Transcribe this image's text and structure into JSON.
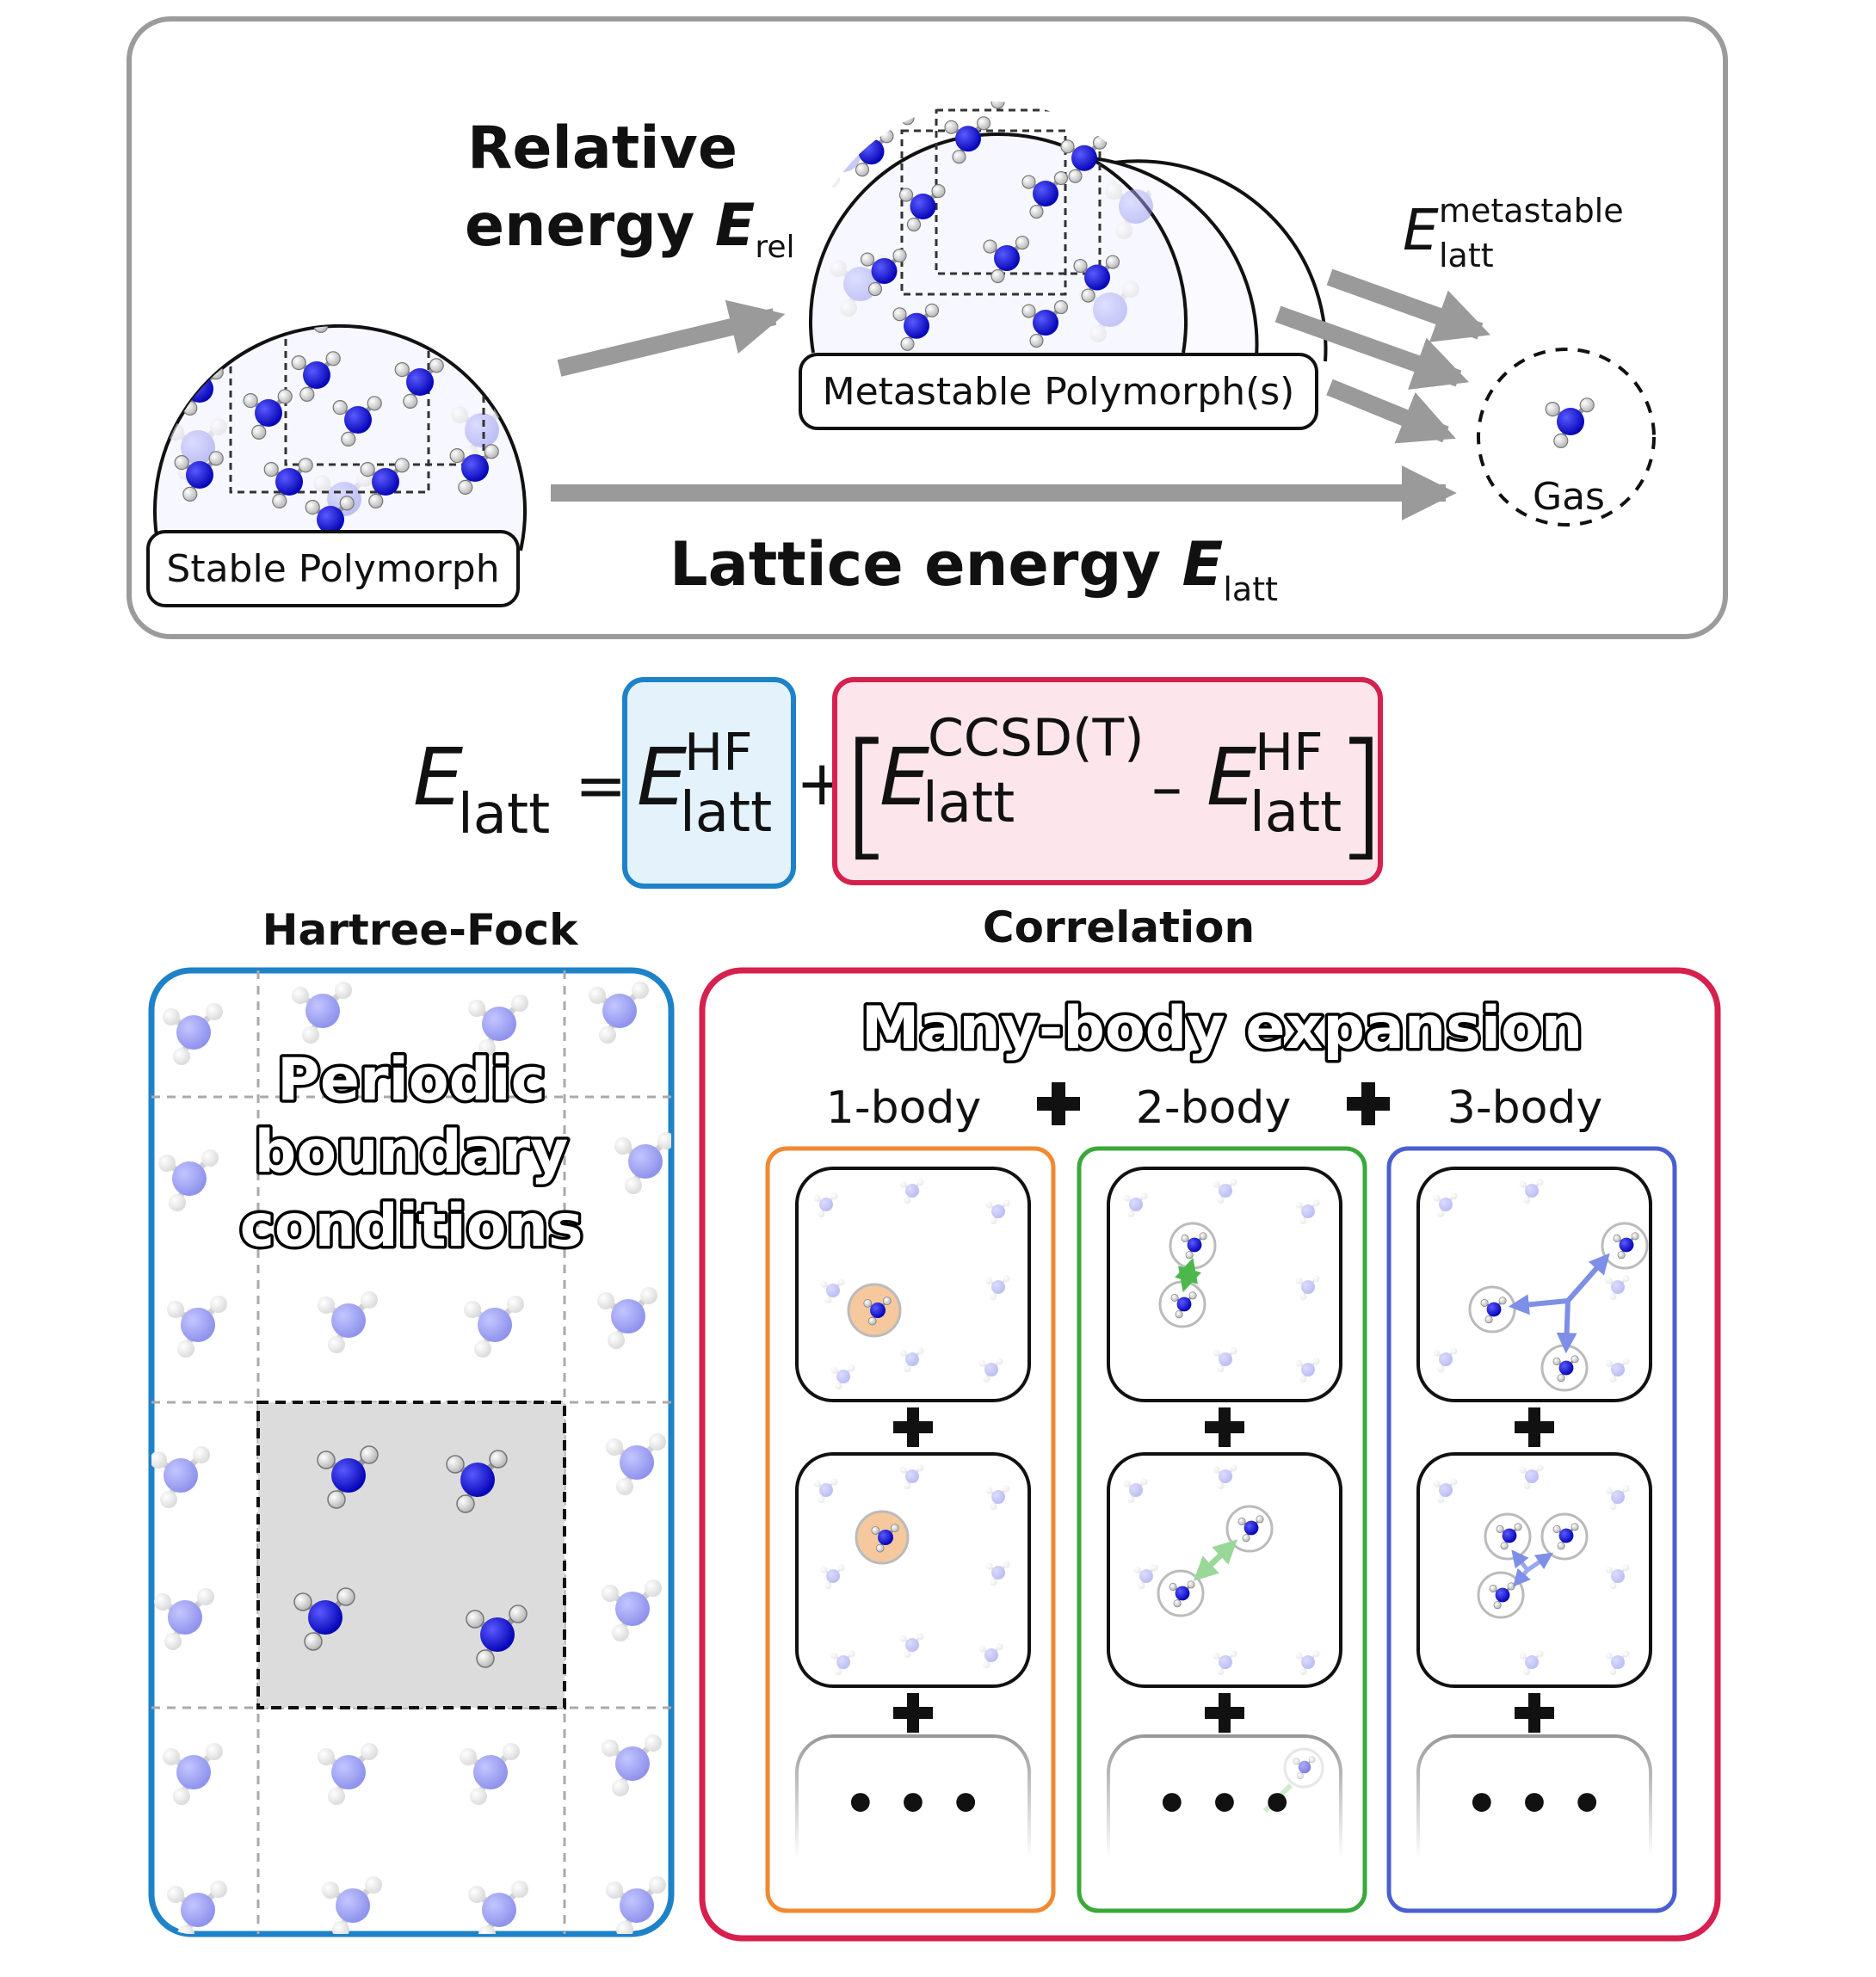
{
  "top": {
    "relative_energy_line1": "Relative",
    "relative_energy_line2": "energy ",
    "e_symbol": "E",
    "rel_sub": "rel",
    "metastable_label": "Metastable Polymorph(s)",
    "stable_label": "Stable Polymorph",
    "gas_label": "Gas",
    "lattice_energy_text": "Lattice energy ",
    "latt_sub": "latt",
    "metastable_sup": "metastable"
  },
  "equation": {
    "e": "E",
    "latt": "latt",
    "equals": "=",
    "plus": "+",
    "minus": "–",
    "hf": "HF",
    "ccsdt": "CCSD(T)",
    "bracket_open": "[",
    "bracket_close": "]"
  },
  "hartree_fock": {
    "title": "Hartree-Fock",
    "pbc_line1": "Periodic",
    "pbc_line2": "boundary",
    "pbc_line3": "conditions"
  },
  "correlation": {
    "title": "Correlation",
    "mbe_title": "Many-body expansion",
    "one_body": "1-body",
    "two_body": "2-body",
    "three_body": "3-body",
    "ellipsis": "• • •"
  },
  "colors": {
    "hf_border": "#1e82c8",
    "hf_fill": "#e3f2fb",
    "corr_border": "#d6204e",
    "corr_fill": "#fce6ec",
    "one_body": "#f08a32",
    "two_body": "#3aa83a",
    "three_body": "#4a5fd0",
    "nitrogen": "#1010d8",
    "nitrogen_faded": "#a0a4f0"
  }
}
